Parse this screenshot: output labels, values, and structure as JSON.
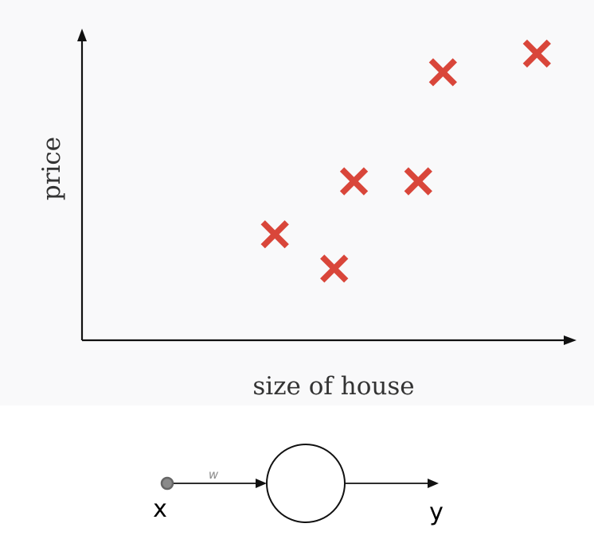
{
  "chart_data": {
    "type": "scatter",
    "xlabel": "size of house",
    "ylabel": "price",
    "xlim": [
      0,
      10
    ],
    "ylim": [
      0,
      10
    ],
    "grid": false,
    "marker_color": "#d9463a",
    "marker": "x",
    "points": [
      {
        "x": 3.9,
        "y": 3.4
      },
      {
        "x": 5.1,
        "y": 2.3
      },
      {
        "x": 5.5,
        "y": 5.1
      },
      {
        "x": 6.8,
        "y": 5.1
      },
      {
        "x": 7.3,
        "y": 8.6
      },
      {
        "x": 9.2,
        "y": 9.2
      }
    ]
  },
  "diagram": {
    "input_label": "x",
    "output_label": "y",
    "weight_label": "w"
  }
}
